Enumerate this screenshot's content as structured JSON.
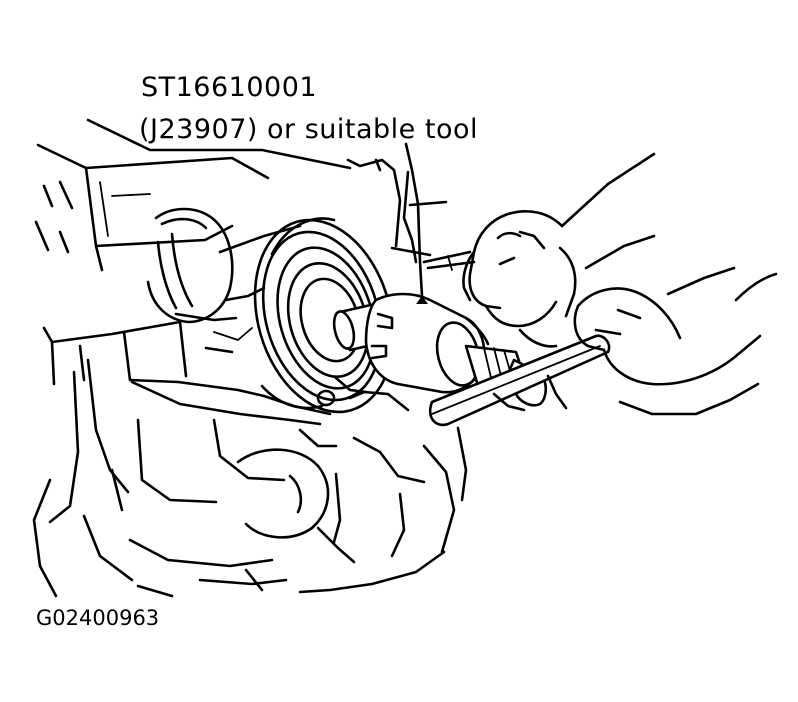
{
  "callout": {
    "part_number": "ST16610001",
    "alternate": "(J23907) or suitable tool"
  },
  "figure_id": "G02400963"
}
